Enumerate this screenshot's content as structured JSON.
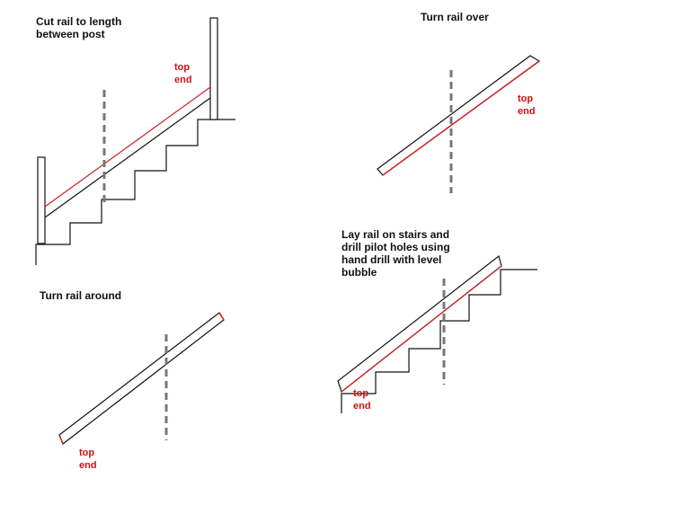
{
  "panels": {
    "cut": {
      "caption_line1": "Cut rail to length",
      "caption_line2": "between post",
      "label_line1": "top",
      "label_line2": "end"
    },
    "over": {
      "caption": "Turn rail over",
      "label_line1": "top",
      "label_line2": "end"
    },
    "around": {
      "caption": "Turn rail around",
      "label_line1": "top",
      "label_line2": "end"
    },
    "lay": {
      "caption_line1": "Lay rail on stairs and",
      "caption_line2": "drill pilot holes using",
      "caption_line3": "hand drill with level",
      "caption_line4": "bubble",
      "label_line1": "top",
      "label_line2": "end"
    }
  },
  "colors": {
    "line": "#111111",
    "red_edge": "#cc2222",
    "dash": "#777777",
    "label": "#cc1111"
  }
}
